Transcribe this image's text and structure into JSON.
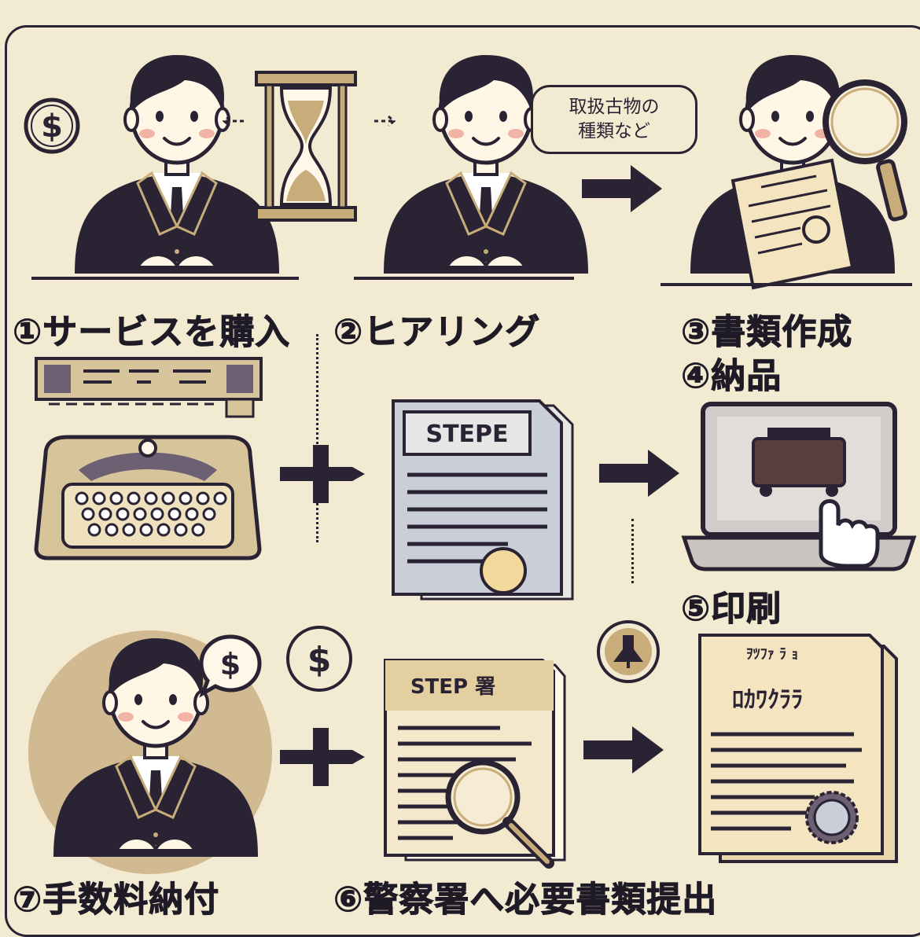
{
  "steps": {
    "s1": "①サービスを購入",
    "s2": "②ヒアリング",
    "s3": "③書類作成",
    "s4": "④納品",
    "s5": "⑤印刷",
    "s6": "⑥警察署へ必要書類提出",
    "s7": "⑦手数料納付"
  },
  "callout": {
    "line1": "取扱古物の",
    "line2": "種類など"
  },
  "documents": {
    "doc_middle_header": "STEPE",
    "doc_bottom_header": "STEP 署",
    "doc_right_header": "ｦﾂﾌｧ ﾗ ｮ",
    "doc_right_title": "ﾛｶﾜｸﾗﾗ"
  },
  "icons": {
    "dollar_symbol": "$"
  },
  "colors": {
    "ink": "#2a2333",
    "background": "#f3ead2",
    "gold": "#c8ad7a",
    "paper": "#f4e4bf",
    "screen": "#d2cdca"
  }
}
